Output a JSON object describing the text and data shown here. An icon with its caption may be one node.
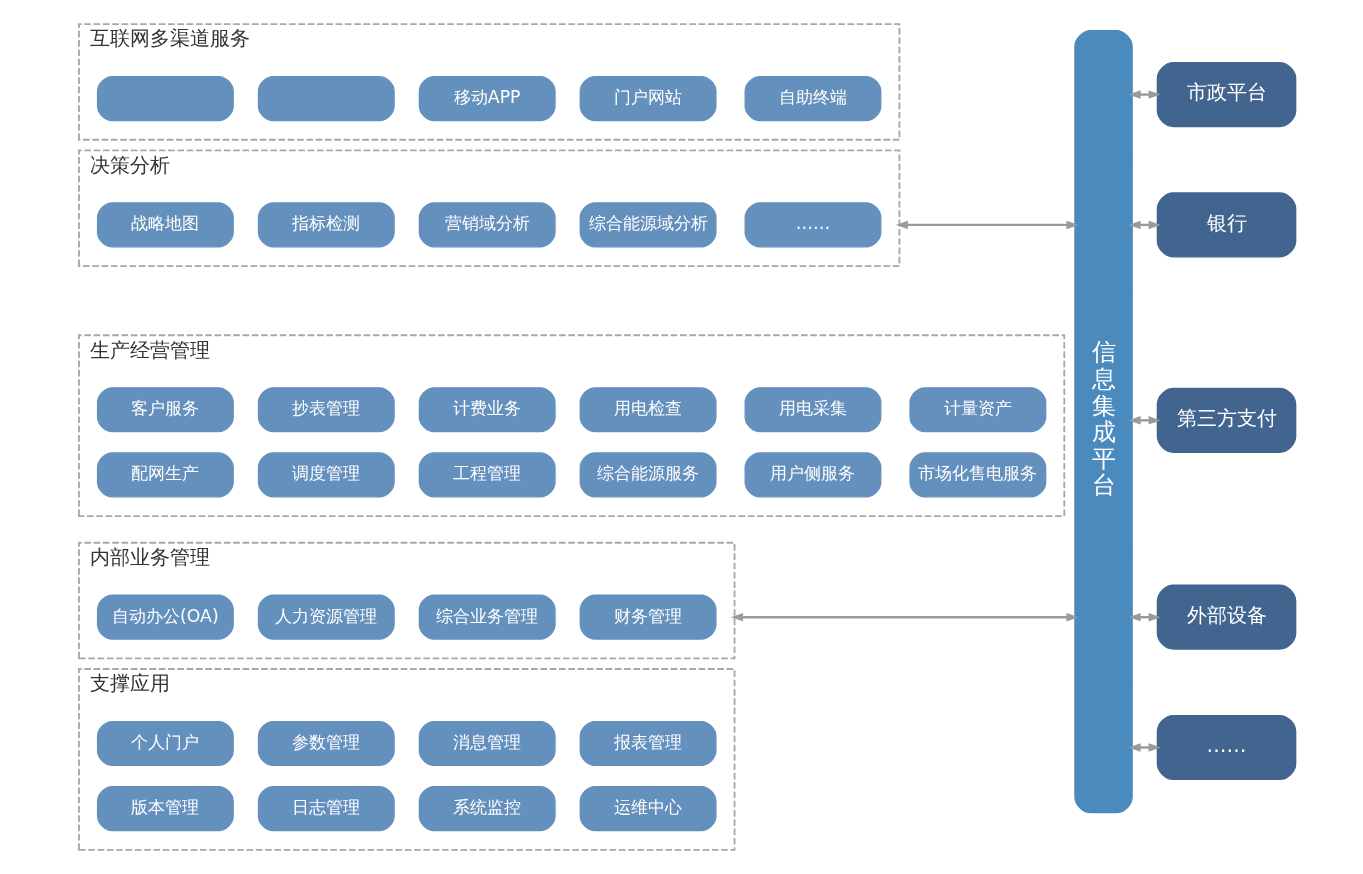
{
  "diagram": {
    "nodes": [
      {
        "text": [
          "互联网多渠道服务"
        ]
      },
      {
        "text": [],
        "shape": "box",
        "in": 0
      },
      {
        "text": [],
        "shape": "box",
        "in": 0
      },
      {
        "text": [
          "移动APP"
        ],
        "in": 0
      },
      {
        "text": [
          "门户网站"
        ],
        "in": 0
      },
      {
        "text": [
          "自助终端"
        ],
        "in": 0
      },
      {
        "text": [
          "决策分析"
        ]
      },
      {
        "text": [
          "战略地图"
        ],
        "in": 6
      },
      {
        "text": [
          "指标检测"
        ],
        "in": 6
      },
      {
        "text": [
          "营销域分析"
        ],
        "in": 6
      },
      {
        "text": [
          "综合能源域分析"
        ],
        "in": 6
      },
      {
        "text": [
          "……"
        ],
        "in": 6
      },
      {
        "text": [
          "生产经营管理"
        ]
      },
      {
        "text": [
          "客户服务"
        ],
        "in": 12
      },
      {
        "text": [
          "抄表管理"
        ],
        "in": 12
      },
      {
        "text": [
          "计费业务"
        ],
        "in": 12
      },
      {
        "text": [
          "用电检查"
        ],
        "in": 12
      },
      {
        "text": [
          "用电采集"
        ],
        "in": 12
      },
      {
        "text": [
          "计量资产"
        ],
        "in": 12
      },
      {
        "text": [
          "配网生产"
        ],
        "in": 12
      },
      {
        "text": [
          "调度管理"
        ],
        "in": 12
      },
      {
        "text": [
          "工程管理"
        ],
        "in": 12
      },
      {
        "text": [
          "综合能源服务"
        ],
        "in": 12
      },
      {
        "text": [
          "用户侧服务"
        ],
        "in": 12
      },
      {
        "text": [
          "市场化售电服务"
        ],
        "in": 12
      },
      {
        "text": [
          "内部业务管理"
        ]
      },
      {
        "text": [
          "自动办公(OA)"
        ],
        "in": 25
      },
      {
        "text": [
          "人力资源管理"
        ],
        "in": 25
      },
      {
        "text": [
          "综合业务管理"
        ],
        "in": 25
      },
      {
        "text": [
          "财务管理"
        ],
        "in": 25
      },
      {
        "text": [
          "支撑应用"
        ]
      },
      {
        "text": [
          "个人门户"
        ],
        "in": 30
      },
      {
        "text": [
          "参数管理"
        ],
        "in": 30
      },
      {
        "text": [
          "消息管理"
        ],
        "in": 30
      },
      {
        "text": [
          "报表管理"
        ],
        "in": 30
      },
      {
        "text": [
          "版本管理"
        ],
        "in": 30
      },
      {
        "text": [
          "日志管理"
        ],
        "in": 30
      },
      {
        "text": [
          "系统监控"
        ],
        "in": 30
      },
      {
        "text": [
          "运维中心"
        ],
        "in": 30
      },
      {
        "text": [
          "信息集成平台"
        ]
      },
      {
        "text": [
          "市政平台"
        ]
      },
      {
        "text": [
          "银行"
        ]
      },
      {
        "text": [
          "第三方支付"
        ]
      },
      {
        "text": [
          "外部设备"
        ]
      },
      {
        "text": [
          "……"
        ]
      }
    ],
    "edges": [
      {
        "from": 6,
        "to": 39,
        "arrow": "both"
      },
      {
        "from": 25,
        "to": 39,
        "arrow": "both"
      },
      {
        "from": 39,
        "to": 40,
        "arrow": "both"
      },
      {
        "from": 39,
        "to": 41,
        "arrow": "both"
      },
      {
        "from": 39,
        "to": 42,
        "arrow": "both"
      },
      {
        "from": 39,
        "to": 43,
        "arrow": "both"
      },
      {
        "from": 39,
        "to": 44,
        "arrow": "both"
      }
    ]
  }
}
